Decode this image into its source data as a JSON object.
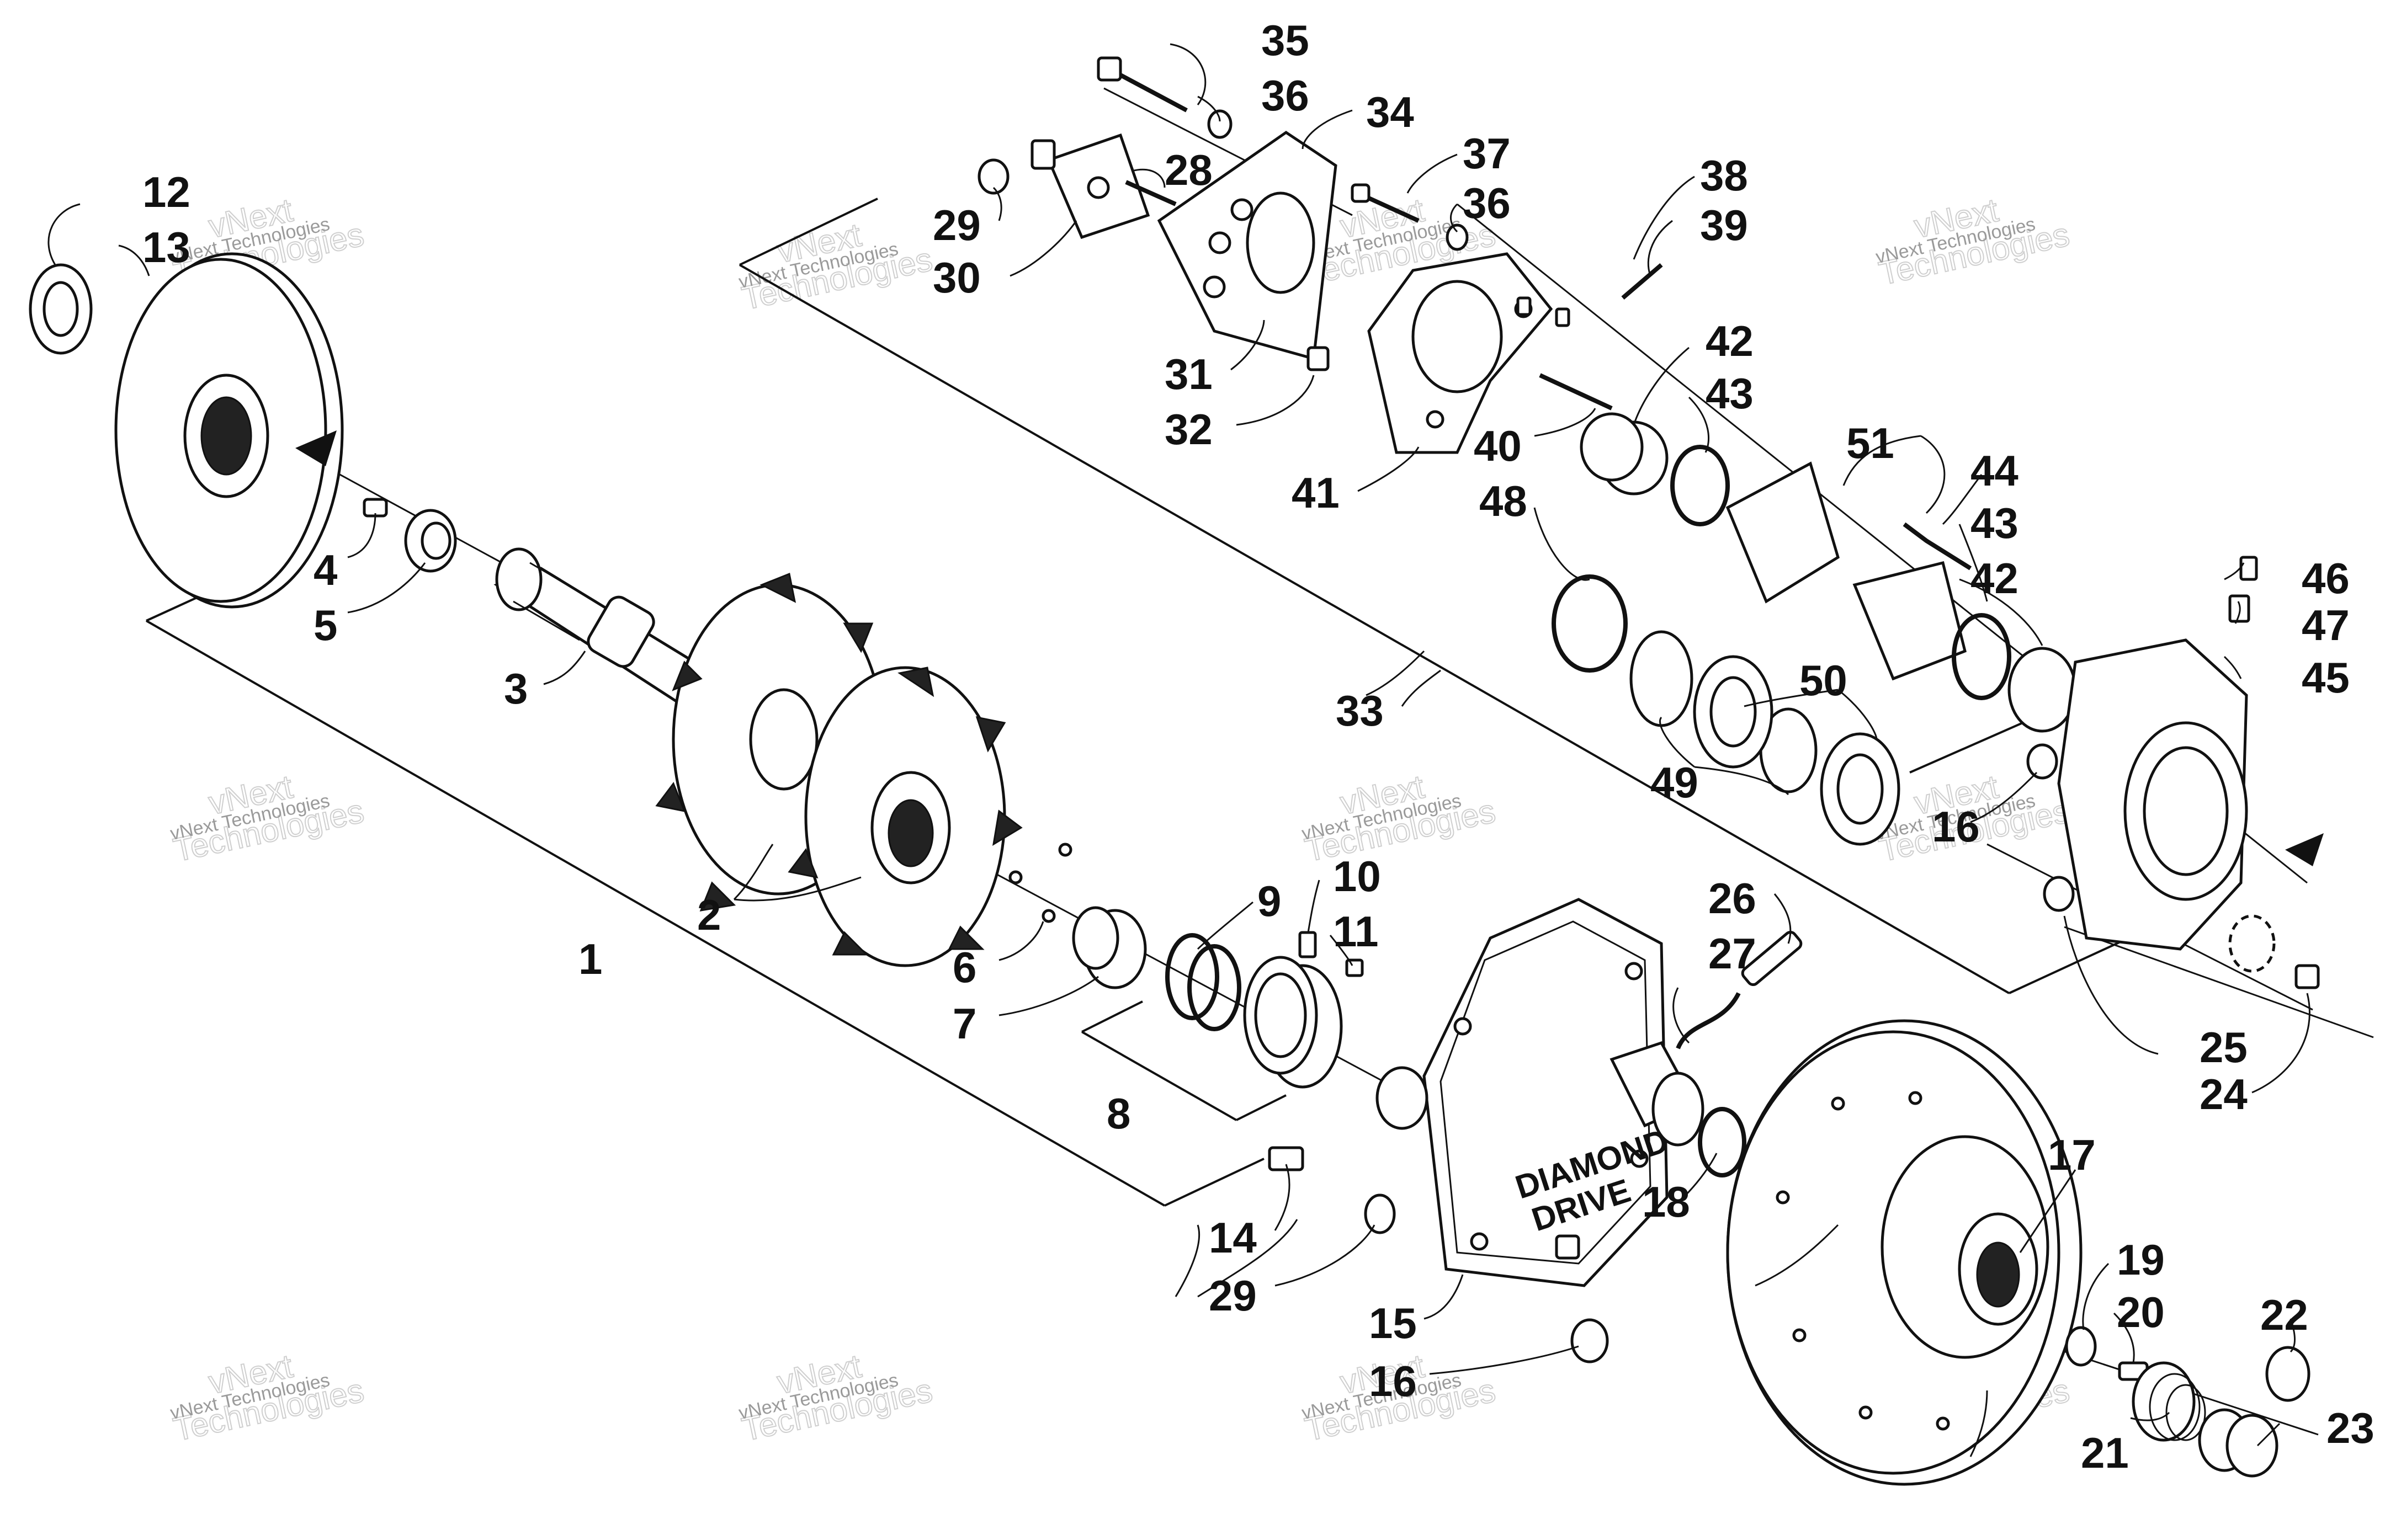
{
  "diagram": {
    "part_labels": [
      "1",
      "2",
      "3",
      "4",
      "5",
      "6",
      "7",
      "8",
      "9",
      "10",
      "11",
      "12",
      "13",
      "14",
      "15",
      "16",
      "16",
      "17",
      "18",
      "19",
      "20",
      "21",
      "22",
      "23",
      "24",
      "25",
      "26",
      "27",
      "28",
      "29",
      "29",
      "30",
      "31",
      "32",
      "33",
      "34",
      "35",
      "36",
      "36",
      "37",
      "38",
      "39",
      "40",
      "41",
      "42",
      "42",
      "43",
      "43",
      "44",
      "45",
      "46",
      "47",
      "48",
      "49",
      "50",
      "51"
    ],
    "watermark": {
      "small": "vNext Technologies",
      "large_line1": "vNext",
      "large_line2": "Technologies"
    },
    "case_logo": {
      "line1": "DIAMOND",
      "line2": "DRIVE"
    }
  }
}
